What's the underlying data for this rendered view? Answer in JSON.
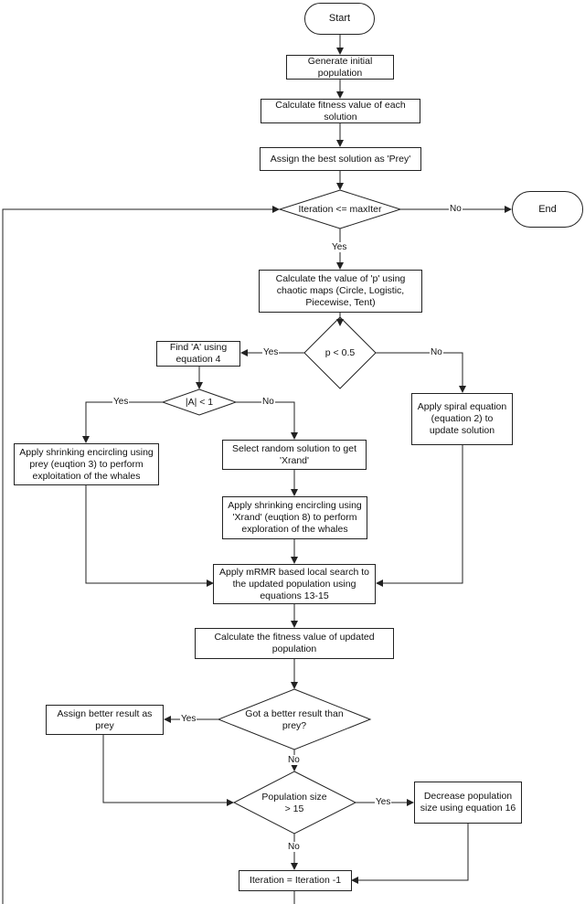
{
  "nodes": {
    "start": "Start",
    "generate": "Generate initial population",
    "calc_fitness": "Calculate fitness value of each solution",
    "assign_prey": "Assign the best solution as 'Prey'",
    "iteration_check": "Iteration <= maxIter",
    "end": "End",
    "calc_p": "Calculate the value of 'p' using chaotic maps (Circle, Logistic, Piecewise, Tent)",
    "p_check": "p < 0.5",
    "find_a": "Find 'A' using equation 4",
    "a_check": "|A| < 1",
    "spiral": "Apply spiral equation (equation 2) to update solution",
    "shrink_prey": "Apply shrinking encircling using prey (euqtion 3) to perform exploitation of the whales",
    "select_random": "Select random solution to get 'Xrand'",
    "shrink_xrand": "Apply shrinking encircling using 'Xrand' (euqtion 8) to perform exploration of the whales",
    "mrmr": "Apply mRMR based local search to the updated population using equations 13-15",
    "calc_updated": "Calculate the fitness value of updated population",
    "better_check": "Got a better result than prey?",
    "assign_better": "Assign better result as prey",
    "pop_check": "Population size > 15",
    "decrease_pop": "Decrease population size using equation 16",
    "iter_dec": "Iteration = Iteration -1"
  },
  "edge_labels": {
    "iter_no": "No",
    "iter_yes": "Yes",
    "p_yes": "Yes",
    "p_no": "No",
    "a_yes": "Yes",
    "a_no": "No",
    "better_yes": "Yes",
    "better_no": "No",
    "pop_yes": "Yes",
    "pop_no": "No"
  }
}
